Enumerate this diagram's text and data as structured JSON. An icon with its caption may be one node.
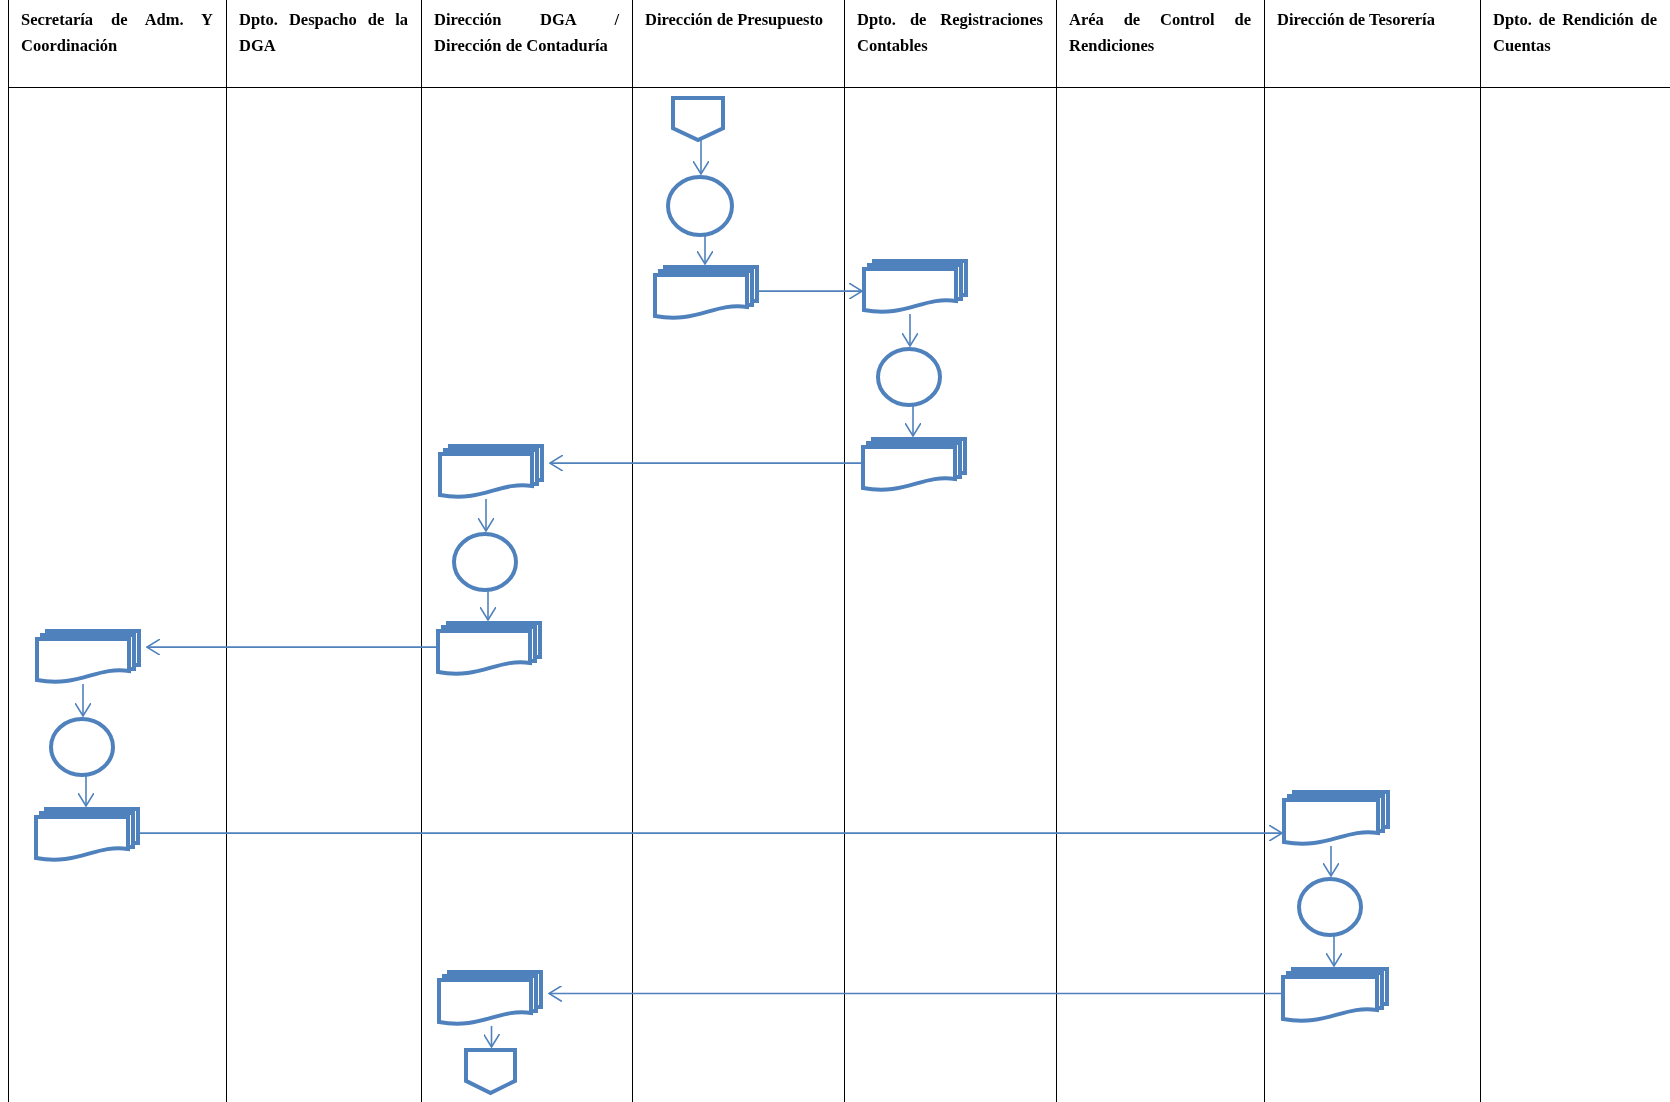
{
  "diagram": {
    "nodes": [
      {
        "text": [],
        "shape": "pentagon"
      },
      {
        "text": [],
        "shape": "circle"
      },
      {
        "text": [],
        "shape": "document"
      },
      {
        "text": [],
        "shape": "document"
      },
      {
        "text": [],
        "shape": "circle"
      },
      {
        "text": [],
        "shape": "document"
      },
      {
        "text": [],
        "shape": "document"
      },
      {
        "text": [],
        "shape": "circle"
      },
      {
        "text": [],
        "shape": "document"
      },
      {
        "text": [],
        "shape": "document"
      },
      {
        "text": [],
        "shape": "circle"
      },
      {
        "text": [],
        "shape": "document"
      },
      {
        "text": [],
        "shape": "document"
      },
      {
        "text": [],
        "shape": "circle"
      },
      {
        "text": [],
        "shape": "document"
      },
      {
        "text": [],
        "shape": "document"
      },
      {
        "text": [],
        "shape": "pentagon"
      }
    ],
    "edges": [
      {
        "from": 0,
        "to": 1,
        "arrow": "to"
      },
      {
        "from": 1,
        "to": 2,
        "arrow": "to"
      },
      {
        "from": 2,
        "to": 3,
        "arrow": "to"
      },
      {
        "from": 3,
        "to": 4,
        "arrow": "to"
      },
      {
        "from": 4,
        "to": 5,
        "arrow": "to"
      },
      {
        "from": 5,
        "to": 6,
        "arrow": "to"
      },
      {
        "from": 6,
        "to": 7,
        "arrow": "to"
      },
      {
        "from": 7,
        "to": 8,
        "arrow": "to"
      },
      {
        "from": 8,
        "to": 9,
        "arrow": "to"
      },
      {
        "from": 9,
        "to": 10,
        "arrow": "to"
      },
      {
        "from": 10,
        "to": 11,
        "arrow": "to"
      },
      {
        "from": 11,
        "to": 12,
        "arrow": "to"
      },
      {
        "from": 12,
        "to": 13,
        "arrow": "to"
      },
      {
        "from": 13,
        "to": 14,
        "arrow": "to"
      },
      {
        "from": 14,
        "to": 15,
        "arrow": "to"
      },
      {
        "from": 15,
        "to": 16,
        "arrow": "to"
      }
    ],
    "labels": [
      "Secretaría de Adm. Y Coordinación",
      "Dpto. Despacho de la DGA",
      "Dirección DGA / Dirección de Contaduría",
      "Dirección de Presupuesto",
      "Dpto. de Registraciones Contables",
      "Aréa de Control de Rendiciones",
      "Dirección de Tesorería",
      "Dpto. de Rendición de Cuentas"
    ]
  }
}
